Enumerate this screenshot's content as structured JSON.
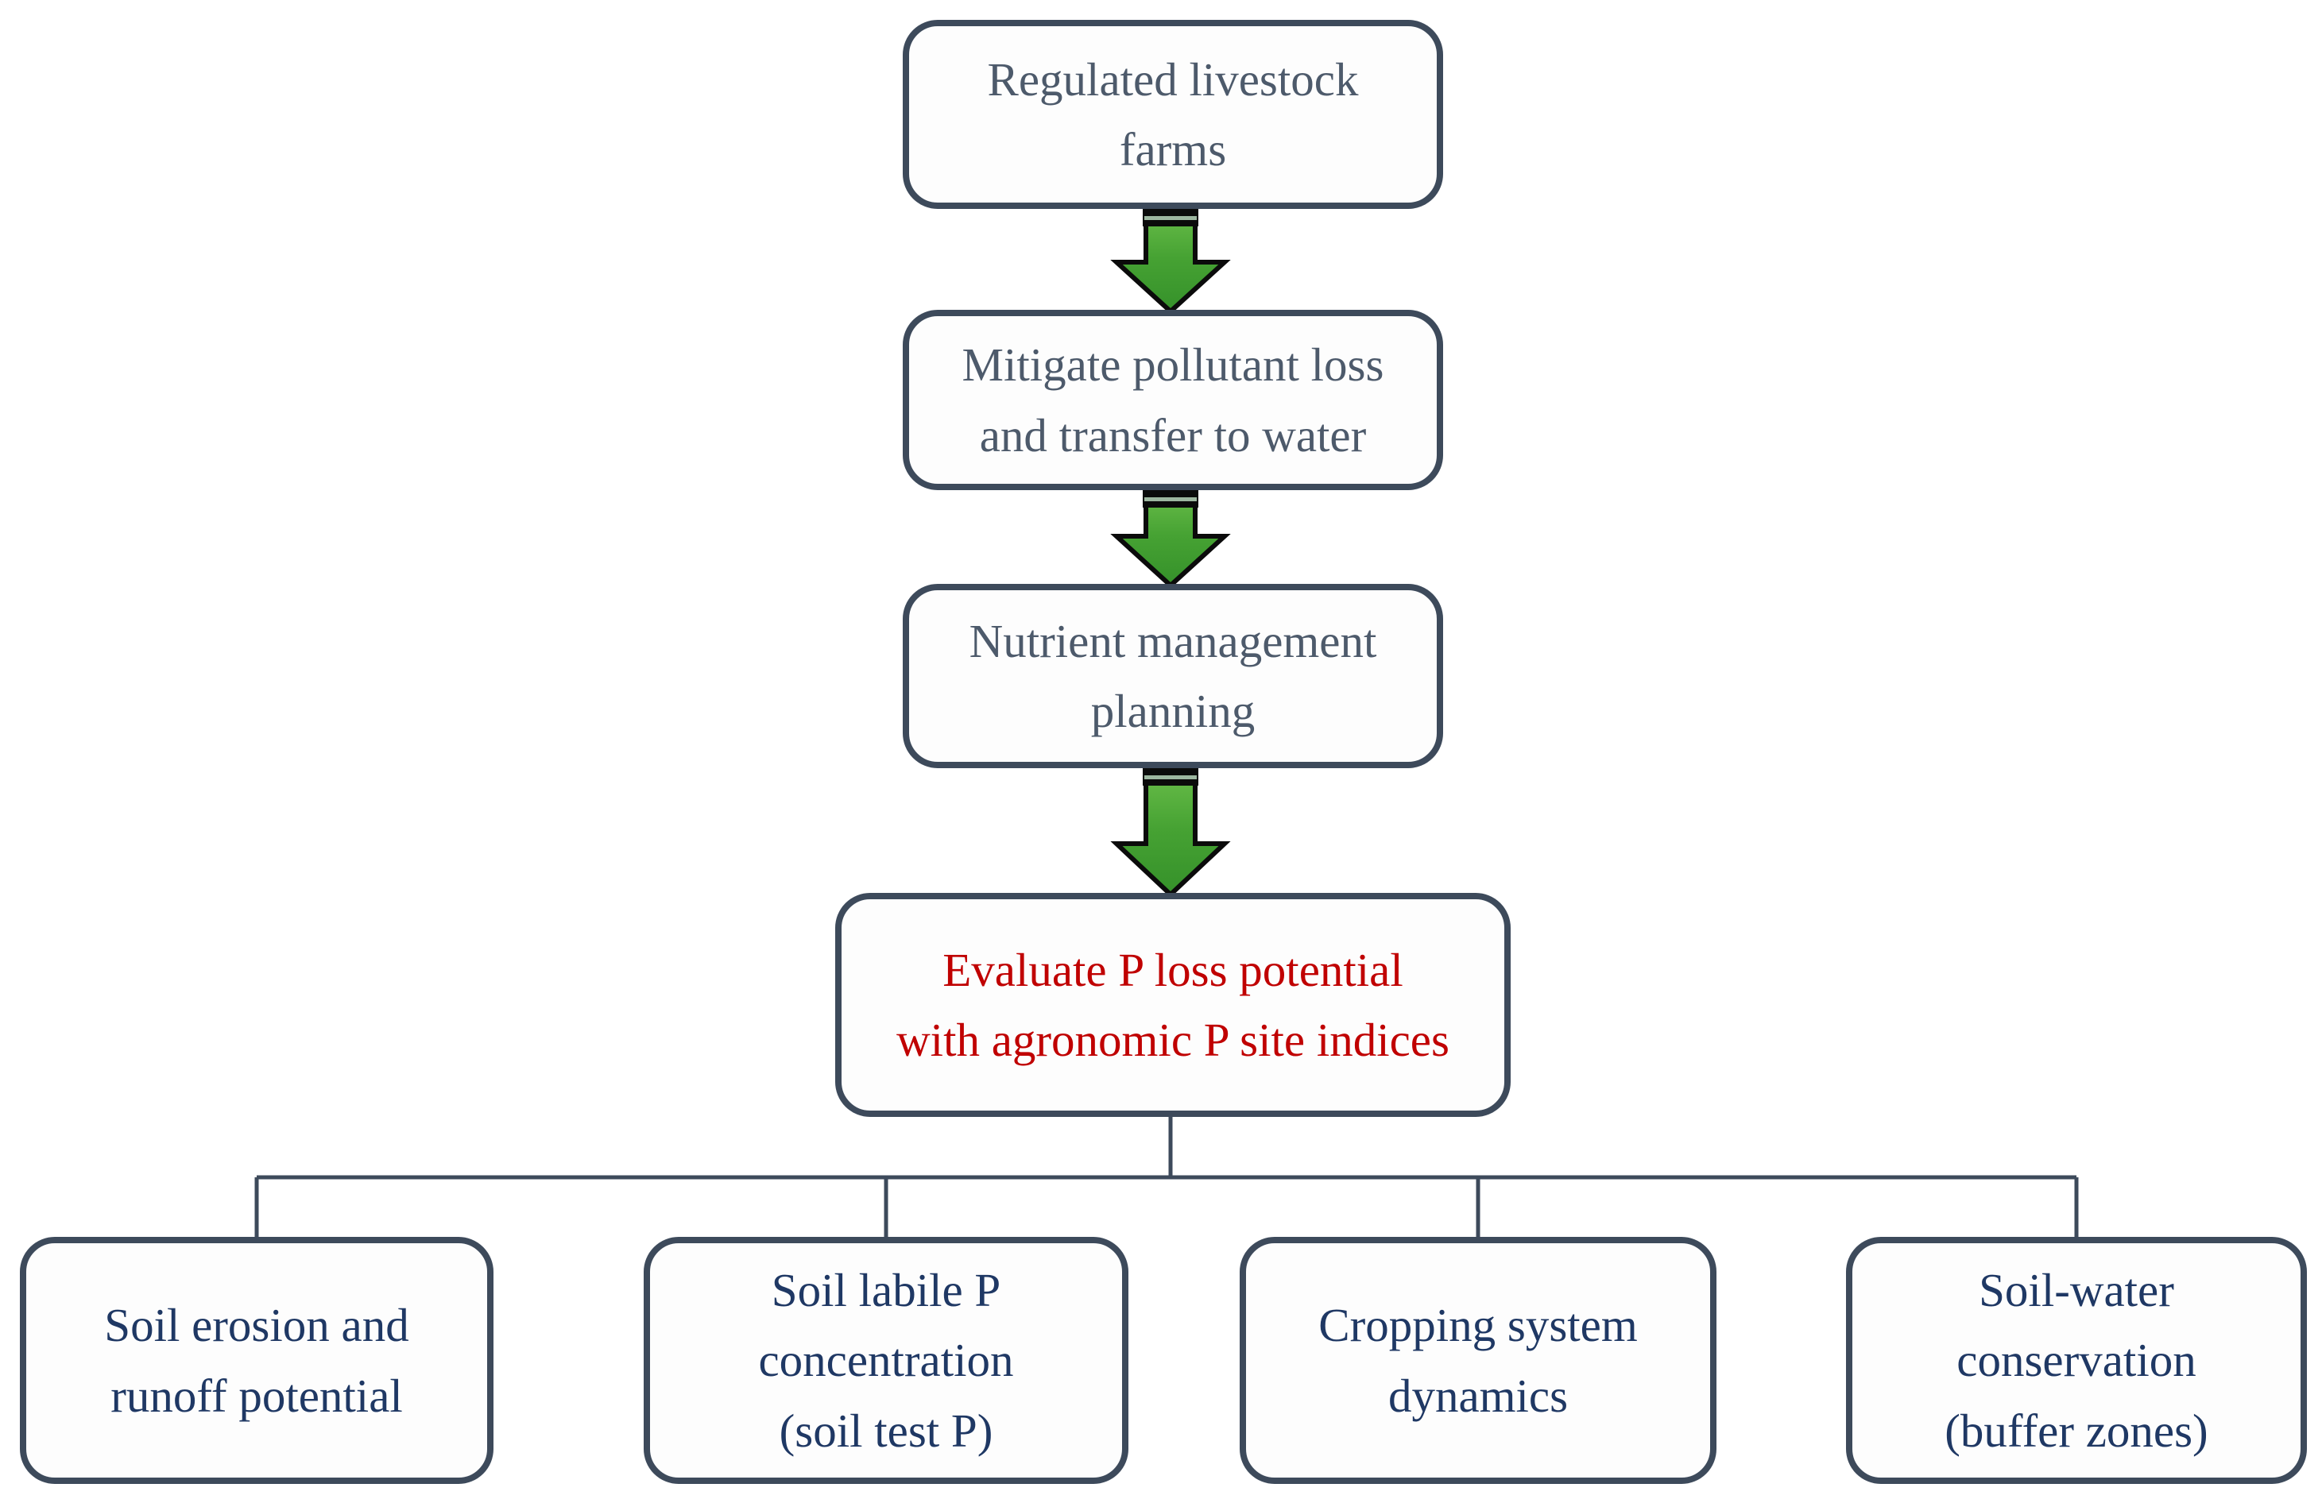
{
  "figure": {
    "type": "flowchart",
    "description": "P site index nutrient management flow diagram"
  },
  "colors": {
    "box-border": "#3d4a5b",
    "connector": "#3d4a5b",
    "flow-text": "#4d5a6b",
    "leaf-text": "#1f3864",
    "accent-text": "#c00000",
    "arrow-green-light": "#6cc04b",
    "arrow-green": "#46a233",
    "arrow-green-dark": "#35912a",
    "arrow-outline": "#0b0b0b",
    "arrow-cap-line": "#9db7a0"
  },
  "nodes": {
    "flow": [
      {
        "label": "Regulated livestock\nfarms"
      },
      {
        "label": "Mitigate pollutant loss\nand transfer to water"
      },
      {
        "label": "Nutrient management\nplanning"
      },
      {
        "label": "Evaluate P loss potential\nwith agronomic P site indices"
      }
    ],
    "leaves": [
      {
        "label": "Soil erosion and\nrunoff potential"
      },
      {
        "label": "Soil labile P\nconcentration\n(soil test P)"
      },
      {
        "label": "Cropping system\ndynamics"
      },
      {
        "label": "Soil-water\nconservation\n(buffer zones)"
      }
    ]
  }
}
